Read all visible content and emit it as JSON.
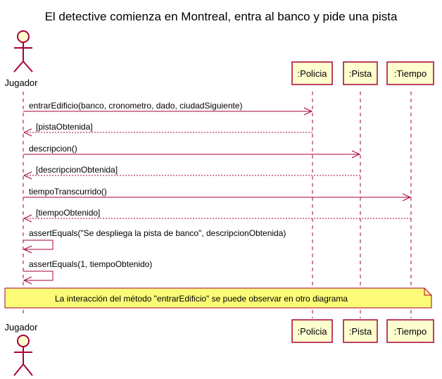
{
  "title": "El detective comienza en Montreal, entra al banco y pide una pista",
  "actor": {
    "name": "Jugador"
  },
  "participants": [
    ":Policia",
    ":Pista",
    ":Tiempo"
  ],
  "messages": [
    {
      "label": "entrarEdificio(banco, cronometro, dado, ciudadSiguiente)",
      "from": "Jugador",
      "to": ":Policia",
      "kind": "call"
    },
    {
      "label": "[pistaObtenida]",
      "from": ":Policia",
      "to": "Jugador",
      "kind": "return"
    },
    {
      "label": "descripcion()",
      "from": "Jugador",
      "to": ":Pista",
      "kind": "call"
    },
    {
      "label": "[descripcionObtenida]",
      "from": ":Pista",
      "to": "Jugador",
      "kind": "return"
    },
    {
      "label": "tiempoTranscurrido()",
      "from": "Jugador",
      "to": ":Tiempo",
      "kind": "call"
    },
    {
      "label": "[tiempoObtenido]",
      "from": ":Tiempo",
      "to": "Jugador",
      "kind": "return"
    },
    {
      "label": "assertEquals(\"Se despliega la pista de banco\", descripcionObtenida)",
      "from": "Jugador",
      "to": "Jugador",
      "kind": "self"
    },
    {
      "label": "assertEquals(1, tiempoObtenido)",
      "from": "Jugador",
      "to": "Jugador",
      "kind": "self"
    }
  ],
  "note": "La interacción del método \"entrarEdificio\" se puede observar en otro diagrama",
  "colors": {
    "arrow": "#A80036",
    "participant_fill": "#FEFECE",
    "note_fill": "#FBFB77"
  }
}
